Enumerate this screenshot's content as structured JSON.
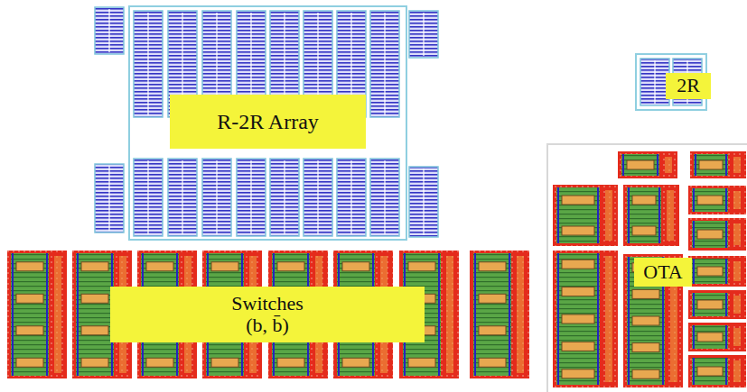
{
  "diagram": {
    "nodes": [
      {
        "text": [
          "R-2R Array"
        ]
      },
      {
        "text": [
          "Switches",
          "(b, b̄)"
        ]
      },
      {
        "text": [
          "2R"
        ]
      },
      {
        "text": [
          "OTA"
        ]
      }
    ]
  }
}
